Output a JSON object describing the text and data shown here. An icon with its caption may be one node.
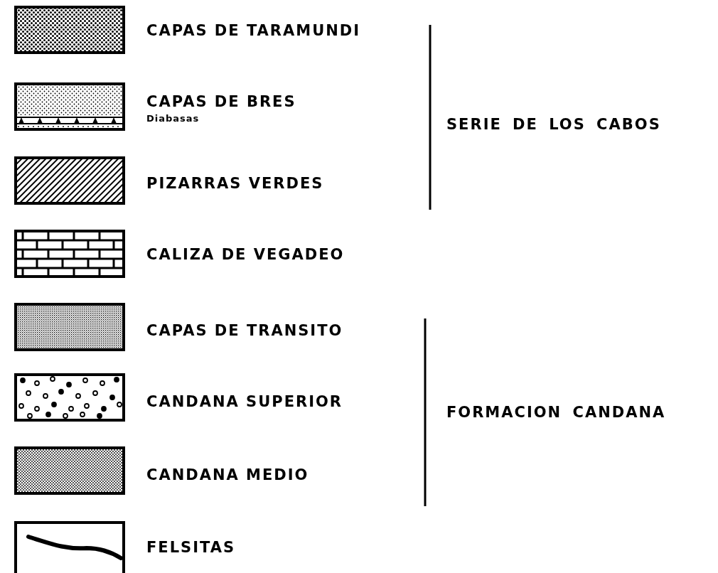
{
  "diagram": {
    "legend": [
      {
        "text": "CAPAS DE TARAMUNDI"
      },
      {
        "text": "CAPAS DE BRES"
      },
      {
        "text": "Diabasas"
      },
      {
        "text": "PIZARRAS VERDES"
      },
      {
        "text": "CALIZA DE VEGADEO"
      },
      {
        "text": "CAPAS DE TRANSITO"
      },
      {
        "text": "CANDANA SUPERIOR"
      },
      {
        "text": "CANDANA MEDIO"
      },
      {
        "text": "FELSITAS"
      }
    ],
    "labels": [
      "SERIE DE LOS CABOS",
      "FORMACION CANDANA"
    ]
  }
}
